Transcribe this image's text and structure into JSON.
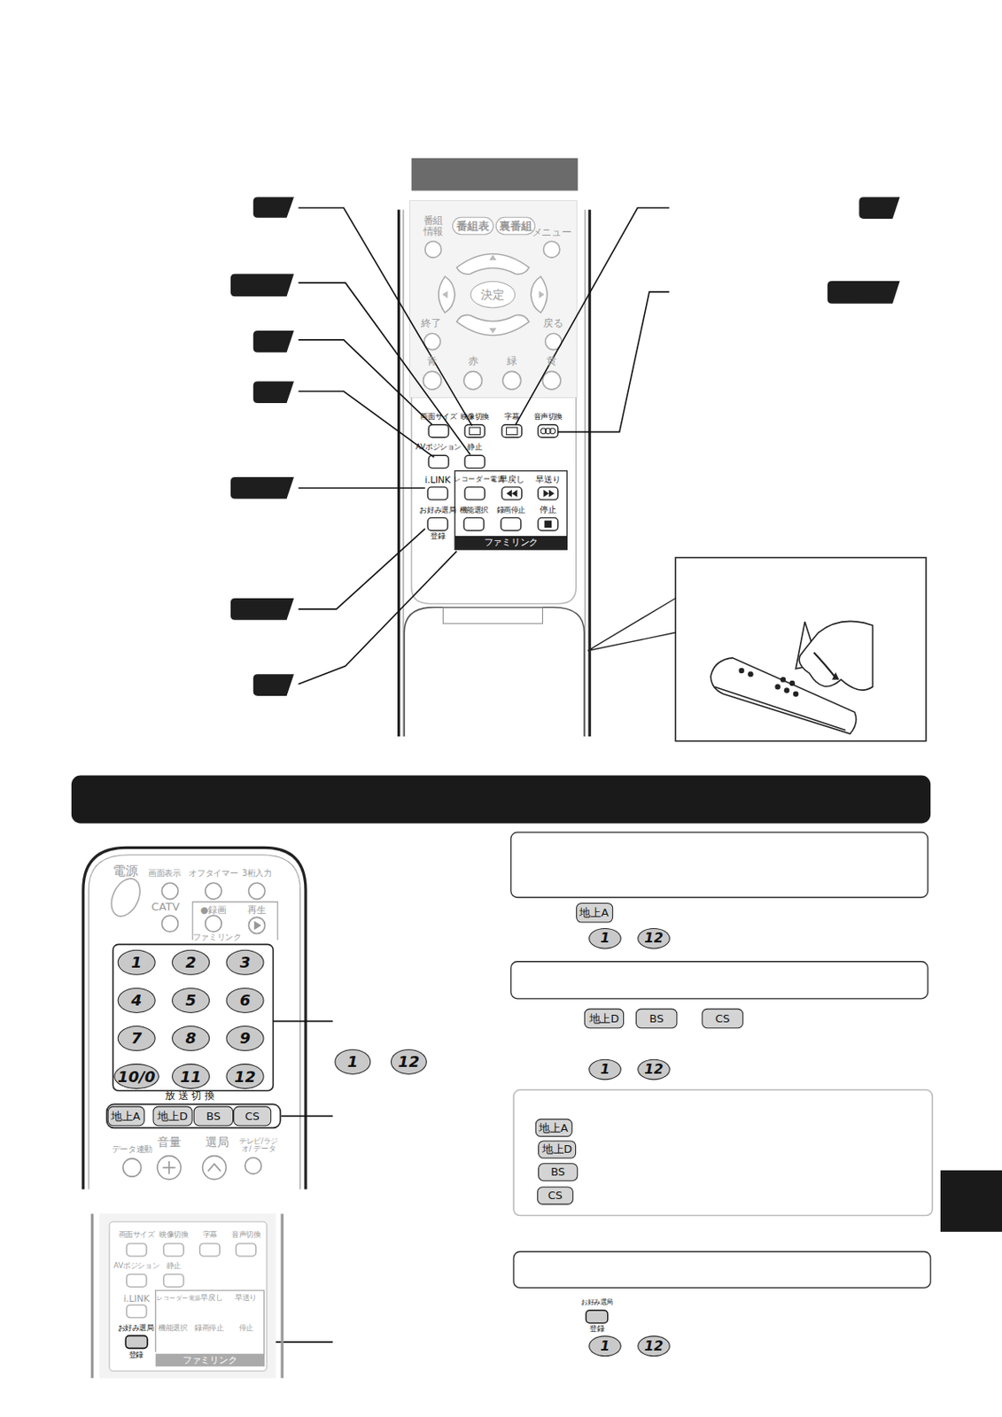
{
  "diagram": {
    "nodes": [
      {
        "text": [
          "番組表"
        ]
      },
      {
        "text": [
          "裏番組"
        ]
      },
      {
        "text": [
          "決定"
        ]
      },
      {
        "text": [
          "1"
        ]
      },
      {
        "text": [
          "2"
        ]
      },
      {
        "text": [
          "3"
        ]
      },
      {
        "text": [
          "4"
        ]
      },
      {
        "text": [
          "5"
        ]
      },
      {
        "text": [
          "6"
        ]
      },
      {
        "text": [
          "7"
        ]
      },
      {
        "text": [
          "8"
        ]
      },
      {
        "text": [
          "9"
        ]
      },
      {
        "text": [
          "10/0"
        ]
      },
      {
        "text": [
          "11"
        ]
      },
      {
        "text": [
          "12"
        ]
      },
      {
        "text": [
          "1"
        ]
      },
      {
        "text": [
          "12"
        ]
      },
      {
        "text": [
          "地上A"
        ]
      },
      {
        "text": [
          "地上D"
        ]
      },
      {
        "text": [
          "BS"
        ]
      },
      {
        "text": [
          "CS"
        ]
      },
      {
        "text": [
          "地上A"
        ]
      },
      {
        "text": [
          "1"
        ]
      },
      {
        "text": [
          "12"
        ]
      },
      {
        "text": [
          "地上D"
        ]
      },
      {
        "text": [
          "BS"
        ]
      },
      {
        "text": [
          "CS"
        ]
      },
      {
        "text": [
          "1"
        ]
      },
      {
        "text": [
          "12"
        ]
      },
      {
        "text": [
          "地上A"
        ]
      },
      {
        "text": [
          "地上D"
        ]
      },
      {
        "text": [
          "BS"
        ]
      },
      {
        "text": [
          "CS"
        ]
      },
      {
        "text": [
          "1"
        ]
      },
      {
        "text": [
          "12"
        ]
      }
    ],
    "labels": [
      "番組 情報",
      "メニュー",
      "終了",
      "戻る",
      "青",
      "赤",
      "緑",
      "黄",
      "画面サイズ",
      "映像切換",
      "字幕",
      "音声切換",
      "AVポジション",
      "静止",
      "i.LINK",
      "レコーダー電源",
      "早戻し",
      "早送り",
      "お好み選局",
      "機能選択",
      "録画停止",
      "停止",
      "登録",
      "ファミリンク",
      "電源",
      "画面表示",
      "オフタイマー",
      "3桁入力",
      "CATV",
      "●録画",
      "再生",
      "ファミリンク",
      "放 送 切 換",
      "音量",
      "選局",
      "テレビ/ラジオ/ データ",
      "データ連動",
      "画面サイズ",
      "映像切換",
      "字幕",
      "音声切換",
      "AVポジション",
      "静止",
      "i.LINK",
      "レコーダー電源",
      "早戻し",
      "早送り",
      "お好み選局",
      "機能選択",
      "録画停止",
      "停止",
      "登録",
      "ファミリンク",
      "お好み選局",
      "登録"
    ]
  }
}
